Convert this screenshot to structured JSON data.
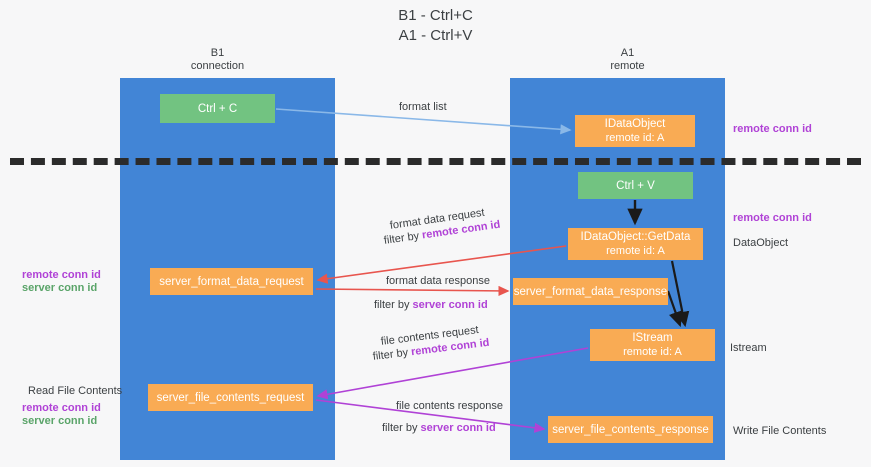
{
  "title": {
    "line1": "B1 - Ctrl+C",
    "line2": "A1 - Ctrl+V"
  },
  "columns": [
    {
      "name": "B1",
      "sub": "connection"
    },
    {
      "name": "A1",
      "sub": "remote"
    }
  ],
  "nodes": {
    "ctrl_c": {
      "label": "Ctrl + C",
      "color": "#72c381"
    },
    "idataobject": {
      "label": "IDataObject",
      "sub": "remote id: A",
      "color": "#f9ab54"
    },
    "ctrl_v": {
      "label": "Ctrl + V",
      "color": "#72c381"
    },
    "getdata": {
      "label": "IDataObject::GetData",
      "sub": "remote id: A",
      "color": "#f9ab54"
    },
    "format_data_request": {
      "label": "server_format_data_request",
      "color": "#f9ab54"
    },
    "format_data_response": {
      "label": "server_format_data_response",
      "color": "#f9ab54"
    },
    "istream": {
      "label": "IStream",
      "sub": "remote id: A",
      "color": "#f9ab54"
    },
    "file_contents_request": {
      "label": "server_file_contents_request",
      "color": "#f9ab54"
    },
    "file_contents_response": {
      "label": "server_file_contents_response",
      "color": "#f9ab54"
    }
  },
  "edges": {
    "format_list": "format list",
    "format_data_request": "format data request",
    "format_data_request_filter_prefix": "filter by ",
    "format_data_request_filter_key": "remote conn id",
    "format_data_response": "format data response",
    "format_data_response_filter_prefix": "filter by ",
    "format_data_response_filter_key": "server conn id",
    "file_contents_request": "file contents request",
    "file_contents_request_filter_prefix": "filter by ",
    "file_contents_request_filter_key": "remote conn id",
    "file_contents_response": "file contents response",
    "file_contents_response_filter_prefix": "filter by ",
    "file_contents_response_filter_key": "server conn id"
  },
  "annotations": {
    "right": [
      "remote conn id",
      "remote conn id",
      "DataObject",
      "Istream",
      "Write File Contents"
    ],
    "left": [
      "remote conn id",
      "server conn id",
      "Read File Contents",
      "remote conn id",
      "server conn id"
    ]
  },
  "colors": {
    "lane": "#4285d6",
    "green_node": "#72c381",
    "orange_node": "#f9ab54",
    "purple_text": "#b042d6",
    "green_text": "#5aa469",
    "red_arrow": "#e8554e",
    "magenta_arrow": "#b042d6",
    "blue_arrow": "#8ab8e8",
    "black_arrow": "#1a1a1a",
    "background": "#f7f7f8",
    "divider": "#2b2b2b"
  }
}
